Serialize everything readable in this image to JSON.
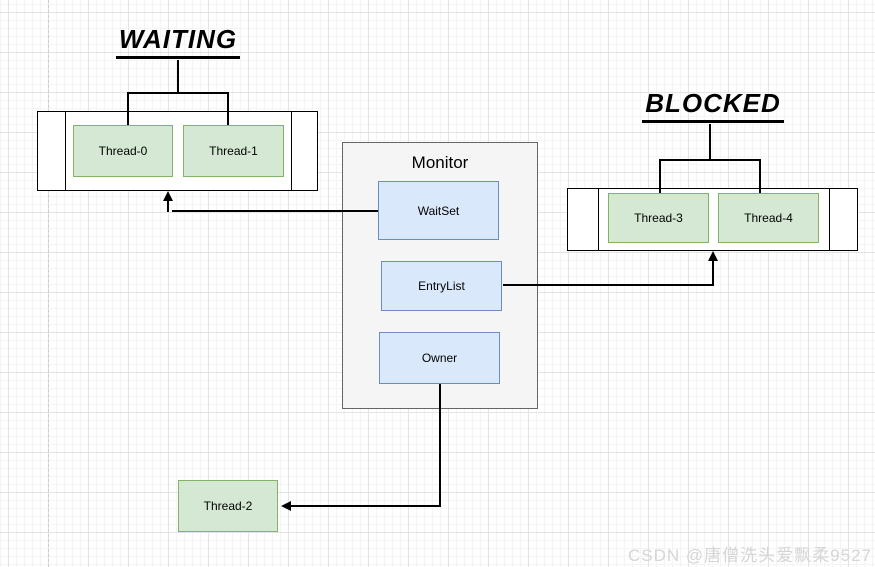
{
  "diagram": {
    "waiting_group": {
      "label": "WAITING",
      "threads": [
        "Thread-0",
        "Thread-1"
      ]
    },
    "blocked_group": {
      "label": "BLOCKED",
      "threads": [
        "Thread-3",
        "Thread-4"
      ]
    },
    "monitor": {
      "title": "Monitor",
      "fields": [
        "WaitSet",
        "EntryList",
        "Owner"
      ]
    },
    "owner_thread": {
      "label": "Thread-2"
    },
    "colors": {
      "thread_fill": "#d5e8d4",
      "thread_border": "#82b366",
      "field_fill": "#dae8fc",
      "field_border": "#6c8ebf",
      "monitor_fill": "#f5f5f5",
      "monitor_border": "#666666",
      "connector": "#000000"
    }
  },
  "watermark": {
    "text": "CSDN @唐僧洗头爱飘柔9527"
  }
}
